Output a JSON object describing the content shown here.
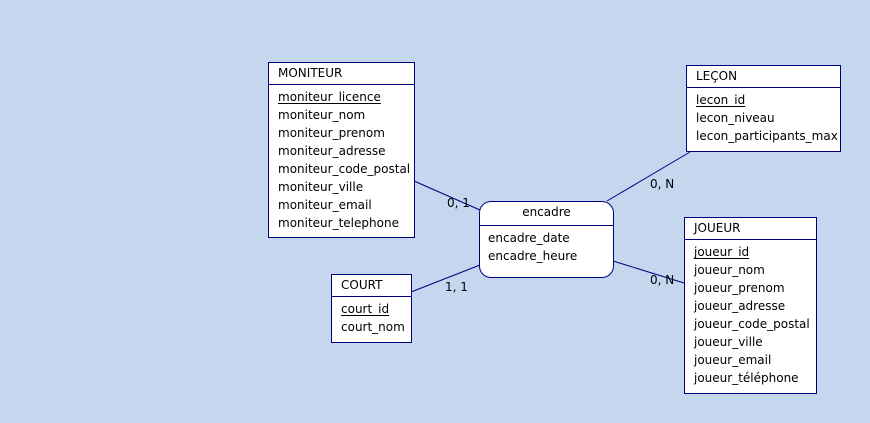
{
  "entities": {
    "moniteur": {
      "title": "MONITEUR",
      "attributes": [
        "moniteur_licence",
        "moniteur_nom",
        "moniteur_prenom",
        "moniteur_adresse",
        "moniteur_code_postal",
        "moniteur_ville",
        "moniteur_email",
        "moniteur_telephone"
      ]
    },
    "lecon": {
      "title": "LEÇON",
      "attributes": [
        "lecon_id",
        "lecon_niveau",
        "lecon_participants_max"
      ]
    },
    "court": {
      "title": "COURT",
      "attributes": [
        "court_id",
        "court_nom"
      ]
    },
    "joueur": {
      "title": "JOUEUR",
      "attributes": [
        "joueur_id",
        "joueur_nom",
        "joueur_prenom",
        "joueur_adresse",
        "joueur_code_postal",
        "joueur_ville",
        "joueur_email",
        "joueur_téléphone"
      ]
    }
  },
  "association": {
    "title": "encadre",
    "attributes": [
      "encadre_date",
      "encadre_heure"
    ]
  },
  "cardinalities": {
    "moniteur": "0, 1",
    "lecon": "0, N",
    "court": "1, 1",
    "joueur": "0, N"
  }
}
